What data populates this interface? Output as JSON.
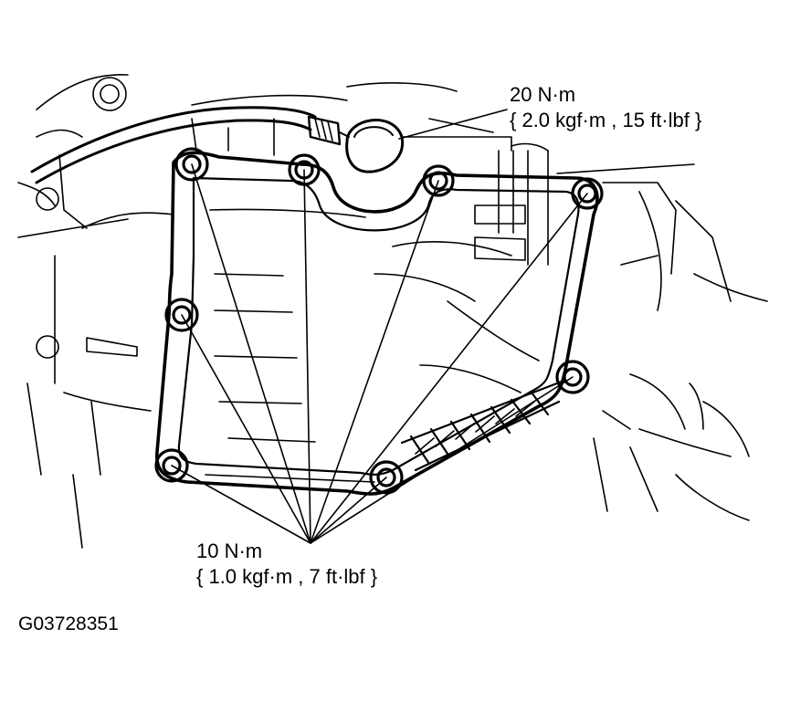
{
  "upper_torque": {
    "value": "20 N·m",
    "conversion": "{ 2.0 kgf·m , 15 ft·lbf }"
  },
  "lower_torque": {
    "value": "10 N·m",
    "conversion": "{ 1.0 kgf·m , 7 ft·lbf }"
  },
  "figure_code": "G03728351",
  "colors": {
    "ink": "#000000",
    "paper": "#ffffff"
  }
}
